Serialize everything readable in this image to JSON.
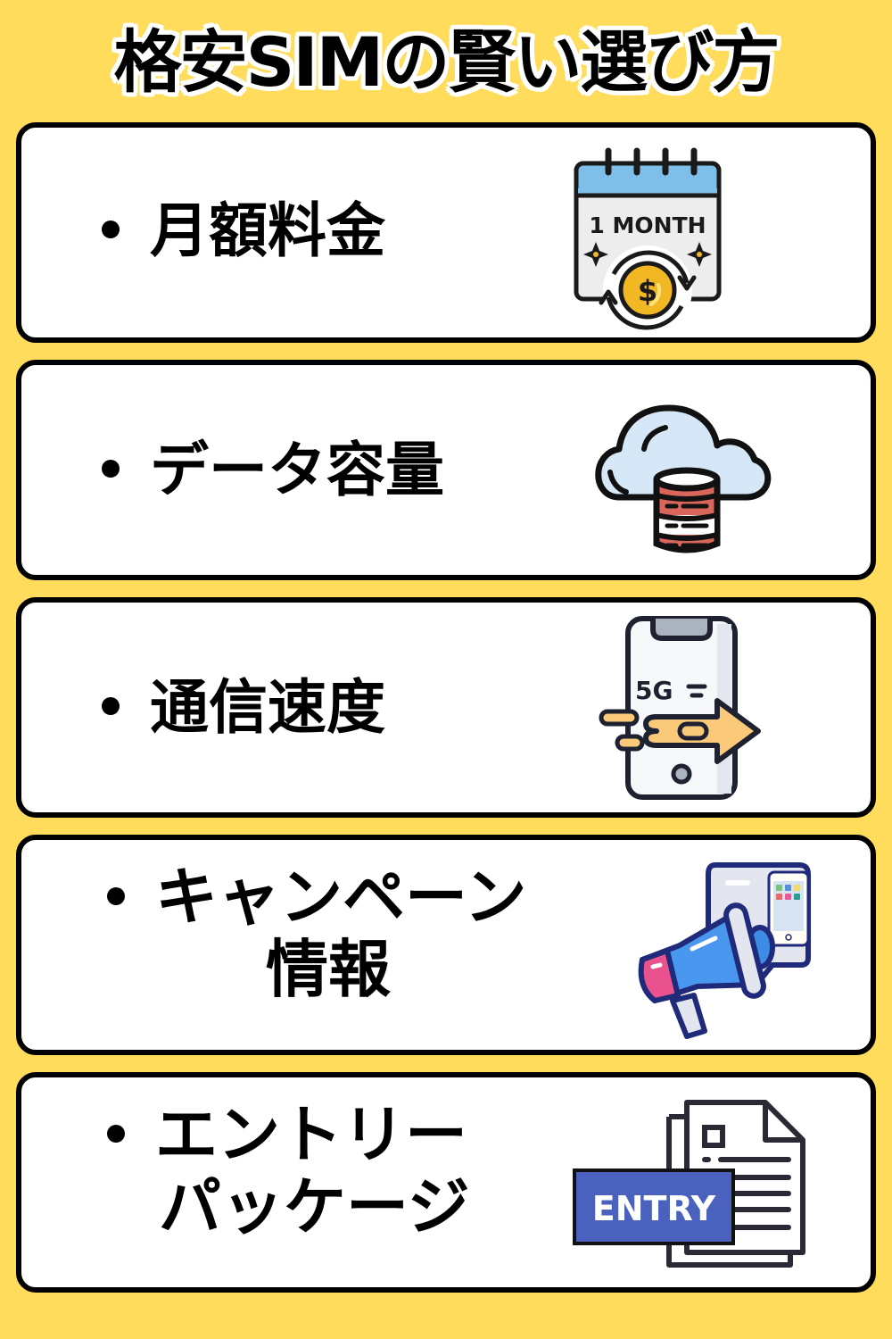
{
  "title": "格安SIMの賢い選び方",
  "colors": {
    "background": "#FFDC5C",
    "card_background": "#FFFFFF",
    "card_border": "#000000",
    "text": "#000000"
  },
  "items": [
    {
      "lines": [
        "月額料金"
      ],
      "icon": "calendar-coin-icon",
      "icon_text": "1 MONTH",
      "icon_symbol": "$"
    },
    {
      "lines": [
        "データ容量"
      ],
      "icon": "cloud-database-icon"
    },
    {
      "lines": [
        "通信速度"
      ],
      "icon": "phone-5g-icon",
      "icon_text": "5G"
    },
    {
      "lines": [
        "キャンペーン",
        "情報"
      ],
      "icon": "megaphone-icon"
    },
    {
      "lines": [
        "エントリー",
        "パッケージ"
      ],
      "icon": "entry-document-icon",
      "icon_text": "ENTRY"
    }
  ]
}
